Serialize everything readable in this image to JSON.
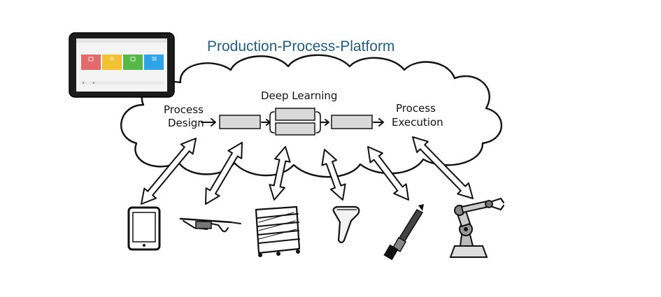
{
  "title": "Production-Process-Platform",
  "cloud": {
    "left_label_line1": "Process",
    "left_label_line2": "Design",
    "top_label": "Deep Learning",
    "right_label_line1": "Process",
    "right_label_line2": "Execution"
  },
  "tablet_screen": {
    "tiles": [
      {
        "color": "#e36b6b",
        "icon": "calendar-icon"
      },
      {
        "color": "#f2c233",
        "icon": "network-icon"
      },
      {
        "color": "#57b749",
        "icon": "copy-icon"
      },
      {
        "color": "#2fa3e6",
        "icon": "list-icon"
      }
    ]
  },
  "devices": [
    {
      "icon": "tablet-icon"
    },
    {
      "icon": "smart-glasses-icon"
    },
    {
      "icon": "rack-cart-icon"
    },
    {
      "icon": "barcode-scanner-icon"
    },
    {
      "icon": "screwdriver-tool-icon"
    },
    {
      "icon": "robot-arm-icon"
    }
  ]
}
